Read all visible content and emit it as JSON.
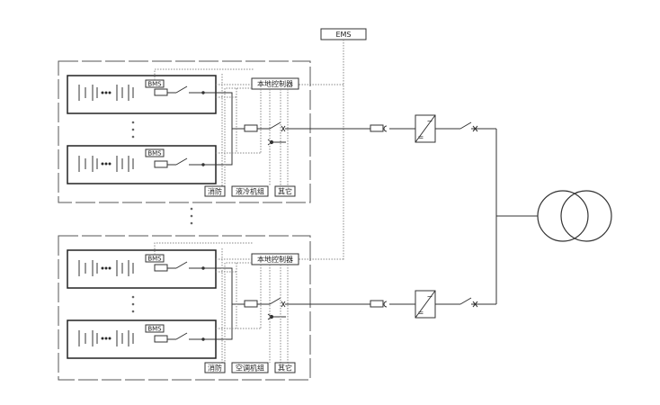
{
  "labels": {
    "ems": "EMS",
    "bms": "BMS",
    "local_controller": "本地控制器",
    "fire": "消防",
    "liquid_cooling": "液冷机组",
    "ac_unit": "空调机组",
    "other": "其它",
    "inverter_ac": "~",
    "inverter_dc": "="
  },
  "colors": {
    "line": "#333333",
    "dotted": "#888888",
    "frame": "#555555"
  }
}
